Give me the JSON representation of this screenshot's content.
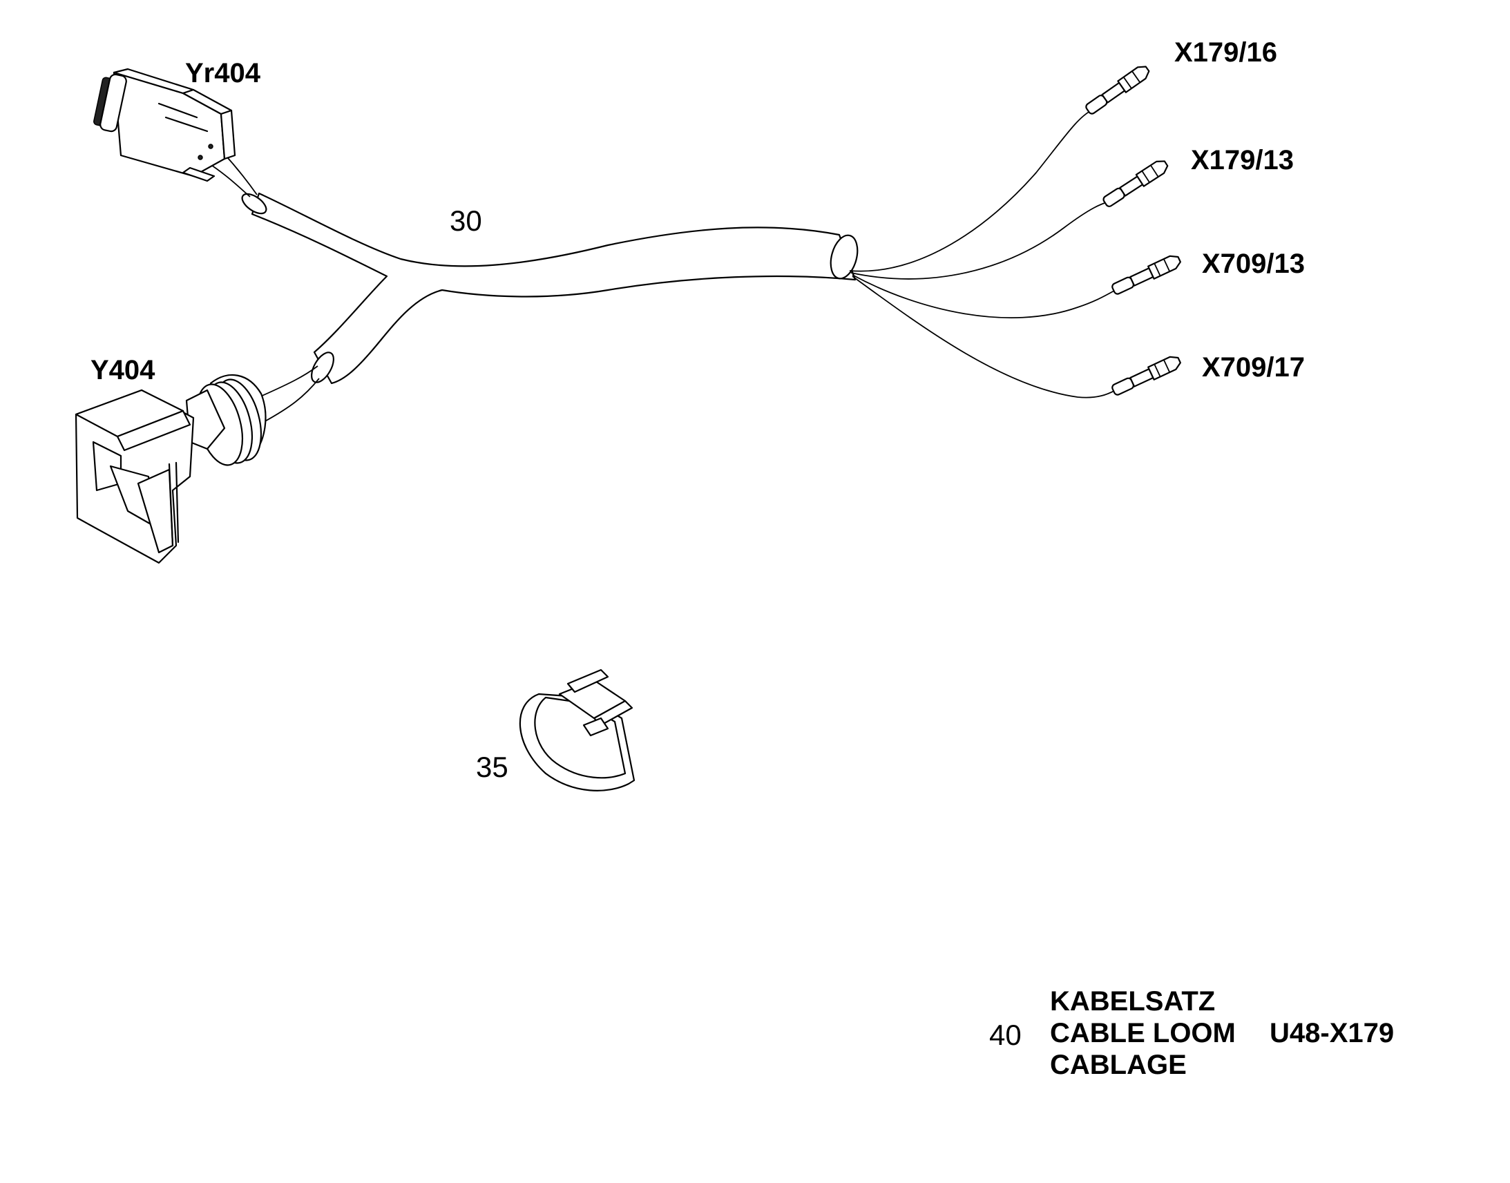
{
  "labels": {
    "connector_top": "Yr404",
    "connector_bottom": "Y404",
    "pin_1": "X179/16",
    "pin_2": "X179/13",
    "pin_3": "X709/13",
    "pin_4": "X709/17"
  },
  "callouts": {
    "harness": "30",
    "clamp": "35",
    "kit": "40"
  },
  "legend": {
    "line_de": "KABELSATZ",
    "line_en": "CABLE LOOM",
    "line_fr": "CABLAGE",
    "code": "U48-X179"
  }
}
